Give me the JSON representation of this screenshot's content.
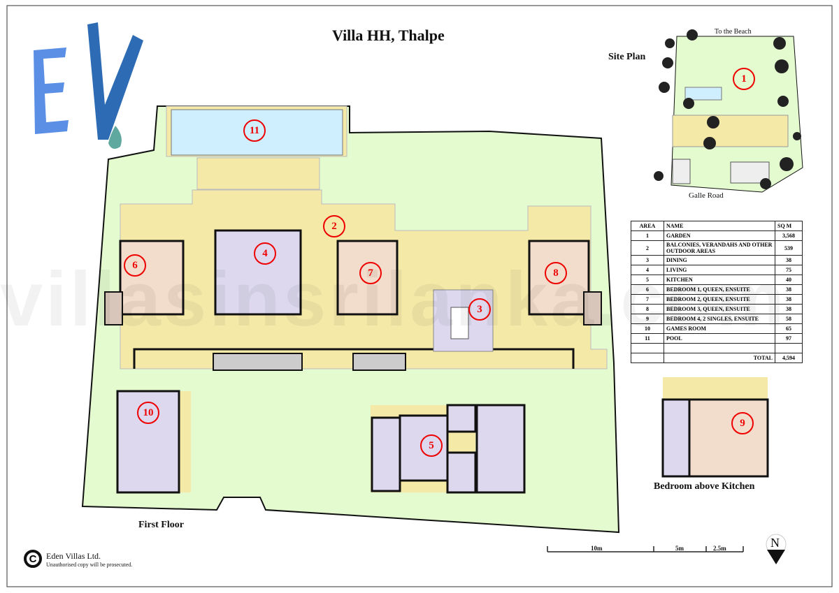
{
  "title": "Villa HH, Thalpe",
  "watermark": "villasinsrilanka.com",
  "logo": {
    "text": "EV"
  },
  "labels": {
    "site_plan": "Site Plan",
    "to_beach": "To the Beach",
    "galle_road": "Galle Road",
    "first_floor": "First Floor",
    "bedroom_above": "Bedroom above Kitchen"
  },
  "copyright": {
    "company": "Eden Villas Ltd.",
    "notice": "Unauthorised copy will be prosecuted."
  },
  "scale": {
    "s1": "10m",
    "s2": "5m",
    "s3": "2.5m"
  },
  "north": "N",
  "markers": [
    "1",
    "2",
    "3",
    "4",
    "5",
    "6",
    "7",
    "8",
    "9",
    "10",
    "11"
  ],
  "table": {
    "headers": [
      "AREA",
      "NAME",
      "SQ M"
    ],
    "rows": [
      [
        "1",
        "GARDEN",
        "3,568"
      ],
      [
        "2",
        "BALCONIES, VERANDAHS AND OTHER OUTDOOR AREAS",
        "539"
      ],
      [
        "3",
        "DINING",
        "38"
      ],
      [
        "4",
        "LIVING",
        "75"
      ],
      [
        "5",
        "KITCHEN",
        "40"
      ],
      [
        "6",
        "BEDROOM 1, QUEEN, ENSUITE",
        "38"
      ],
      [
        "7",
        "BEDROOM 2, QUEEN, ENSUITE",
        "38"
      ],
      [
        "8",
        "BEDROOM 3, QUEEN, ENSUITE",
        "38"
      ],
      [
        "9",
        "BEDROOM 4, 2 SINGLES, ENSUITE",
        "58"
      ],
      [
        "10",
        "GAMES ROOM",
        "65"
      ],
      [
        "11",
        "POOL",
        "97"
      ]
    ],
    "total_label": "TOTAL",
    "total": "4,594"
  },
  "colors": {
    "garden": "#e3fbcf",
    "terrace": "#f5e9a8",
    "room": "#ddd8ee",
    "bedroom": "#f2dccb",
    "pool": "#cfefff",
    "marker": "#e00000"
  }
}
